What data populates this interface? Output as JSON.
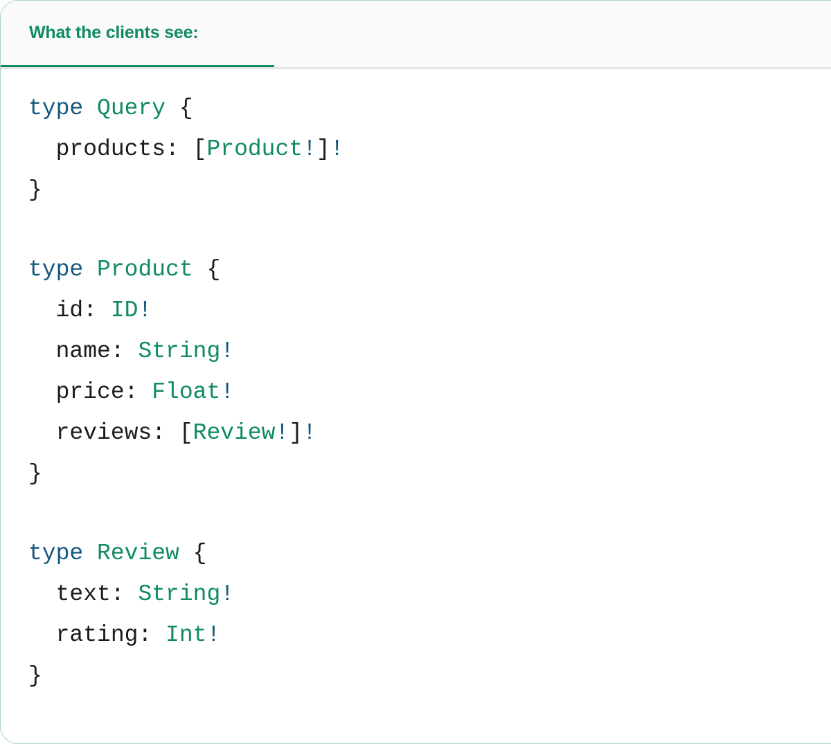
{
  "card": {
    "border_color": "#a9d6bf",
    "background": "#ffffff"
  },
  "header": {
    "tab_label": "What the clients see:",
    "tab_active_color": "#128a69",
    "tab_text_color": "#0f8a64",
    "background": "#fafafa",
    "divider_color": "#e4e4e4"
  },
  "colors": {
    "keyword": "#15587f",
    "type_name": "#0f8a64",
    "field": "#1b1b1b",
    "punctuation": "#1b1b1b",
    "non_null_bang": "#15587f"
  },
  "code": {
    "language": "graphql",
    "raw": "type Query {\n  products: [Product!]!\n}\n\ntype Product {\n  id: ID!\n  name: String!\n  price: Float!\n  reviews: [Review!]!\n}\n\ntype Review {\n  text: String!\n  rating: Int!\n}",
    "blocks": [
      {
        "keyword": "type",
        "name": "Query",
        "fields": [
          {
            "name": "products",
            "type": "Product",
            "list": true,
            "item_non_null": true,
            "non_null": true
          }
        ]
      },
      {
        "keyword": "type",
        "name": "Product",
        "fields": [
          {
            "name": "id",
            "type": "ID",
            "list": false,
            "non_null": true
          },
          {
            "name": "name",
            "type": "String",
            "list": false,
            "non_null": true
          },
          {
            "name": "price",
            "type": "Float",
            "list": false,
            "non_null": true
          },
          {
            "name": "reviews",
            "type": "Review",
            "list": true,
            "item_non_null": true,
            "non_null": true
          }
        ]
      },
      {
        "keyword": "type",
        "name": "Review",
        "fields": [
          {
            "name": "text",
            "type": "String",
            "list": false,
            "non_null": true
          },
          {
            "name": "rating",
            "type": "Int",
            "list": false,
            "non_null": true
          }
        ]
      }
    ],
    "lines": [
      {
        "id": "l1",
        "text": "type Query {"
      },
      {
        "id": "l2",
        "text": "  products: [Product!]!"
      },
      {
        "id": "l3",
        "text": "}"
      },
      {
        "id": "l4",
        "text": ""
      },
      {
        "id": "l5",
        "text": "type Product {"
      },
      {
        "id": "l6",
        "text": "  id: ID!"
      },
      {
        "id": "l7",
        "text": "  name: String!"
      },
      {
        "id": "l8",
        "text": "  price: Float!"
      },
      {
        "id": "l9",
        "text": "  reviews: [Review!]!"
      },
      {
        "id": "l10",
        "text": "}"
      },
      {
        "id": "l11",
        "text": ""
      },
      {
        "id": "l12",
        "text": "type Review {"
      },
      {
        "id": "l13",
        "text": "  text: String!"
      },
      {
        "id": "l14",
        "text": "  rating: Int!"
      },
      {
        "id": "l15",
        "text": "}"
      }
    ],
    "tokens": {
      "kw_type": "type",
      "name_query": "Query",
      "name_product": "Product",
      "name_review": "Review",
      "brace_open": "{",
      "brace_close": "}",
      "bracket_open": "[",
      "bracket_close": "]",
      "bang": "!",
      "colon_space": ": ",
      "indent": "  ",
      "space": " ",
      "f_products": "products",
      "f_id": "id",
      "f_name": "name",
      "f_price": "price",
      "f_reviews": "reviews",
      "f_text": "text",
      "f_rating": "rating",
      "t_ID": "ID",
      "t_String": "String",
      "t_Float": "Float",
      "t_Int": "Int"
    }
  }
}
